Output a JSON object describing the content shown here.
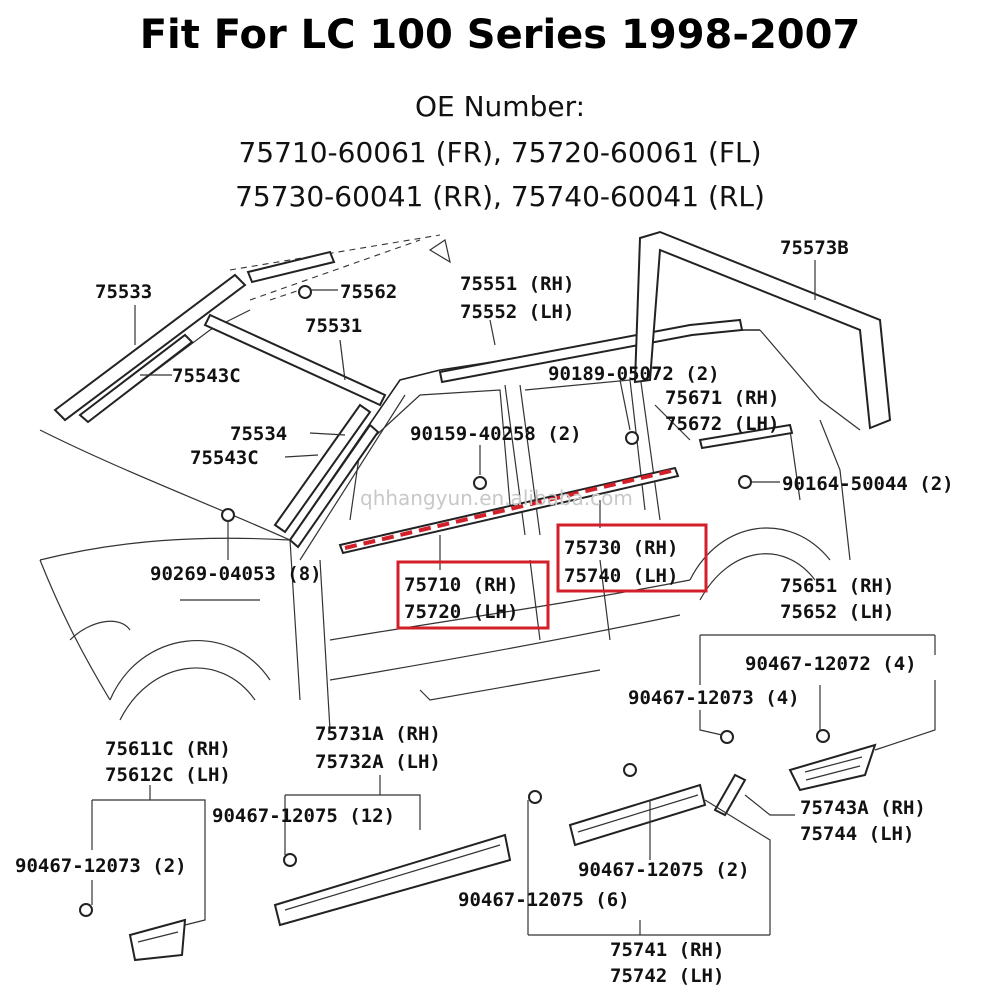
{
  "header": {
    "title": "Fit For LC 100 Series 1998-2007",
    "oe_label": "OE Number:",
    "oe_line_1": "75710-60061 (FR), 75720-60061 (FL)",
    "oe_line_2": "75730-60041 (RR), 75740-60041 (RL)"
  },
  "watermark": "qhhangyun.en.alibaba.com",
  "highlight_color": "#d21f2a",
  "labels": {
    "p75533": "75533",
    "p75562": "75562",
    "p75551": "75551 (RH)",
    "p75552": "75552 (LH)",
    "p75573b": "75573B",
    "p75531": "75531",
    "p75543c_a": "75543C",
    "p90189": "90189-05072 (2)",
    "p75671": "75671 (RH)",
    "p75672": "75672 (LH)",
    "p75534": "75534",
    "p75543c_b": "75543C",
    "p90159": "90159-40258 (2)",
    "p90164": "90164-50044 (2)",
    "p75730": "75730 (RH)",
    "p75740": "75740 (LH)",
    "p90269": "90269-04053 (8)",
    "p75710": "75710 (RH)",
    "p75720": "75720 (LH)",
    "p75651": "75651 (RH)",
    "p75652": "75652 (LH)",
    "p90467_12072": "90467-12072 (4)",
    "p90467_12073_4": "90467-12073 (4)",
    "p75611c": "75611C (RH)",
    "p75612c": "75612C (LH)",
    "p75731a": "75731A (RH)",
    "p75732a": "75732A (LH)",
    "p90467_12075_12": "90467-12075 (12)",
    "p75743a": "75743A (RH)",
    "p75744": "75744 (LH)",
    "p90467_12073_2": "90467-12073 (2)",
    "p90467_12075_2": "90467-12075 (2)",
    "p90467_12075_6": "90467-12075 (6)",
    "p75741": "75741 (RH)",
    "p75742": "75742 (LH)"
  }
}
